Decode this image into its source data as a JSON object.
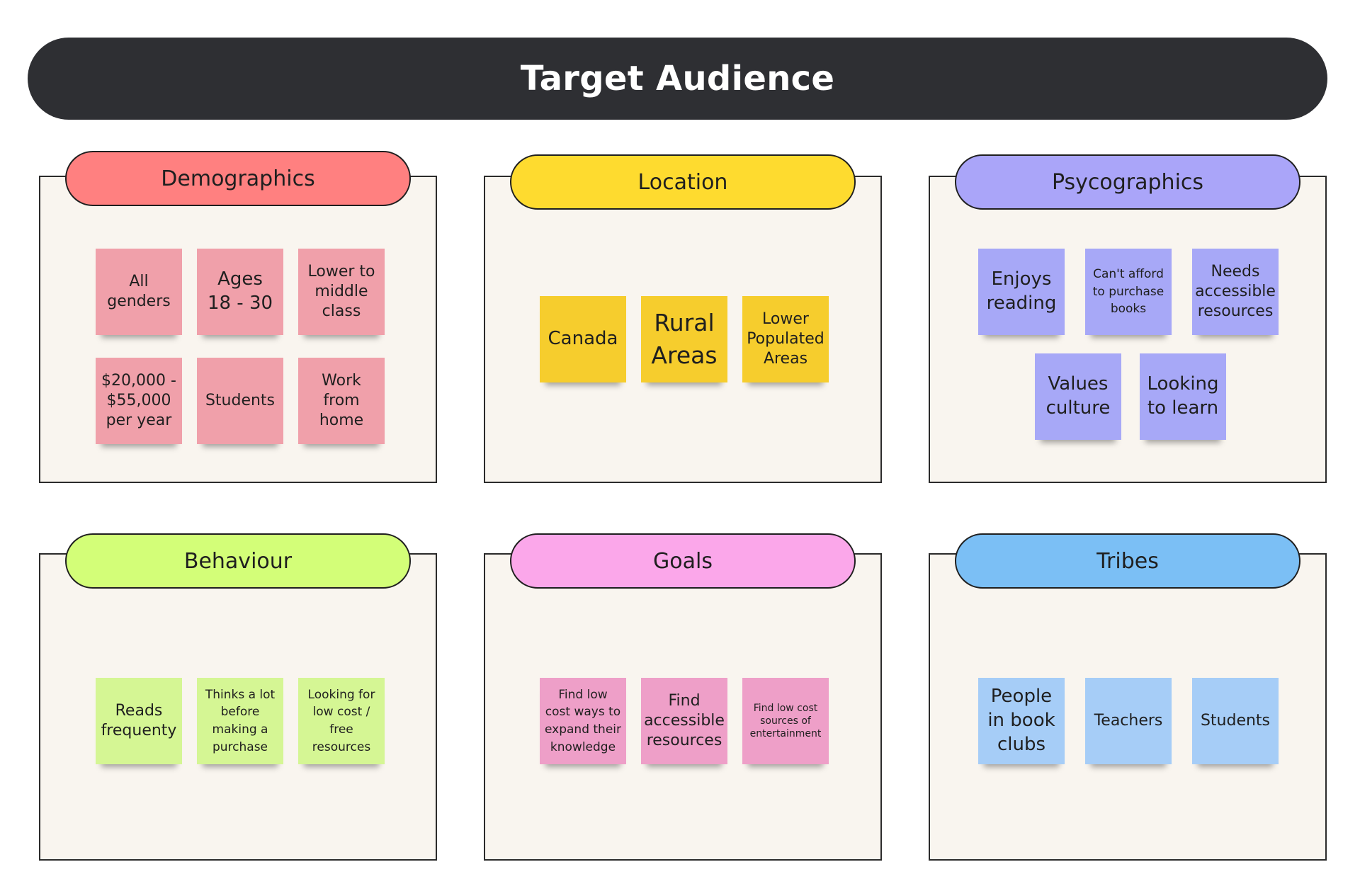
{
  "title": "Target Audience",
  "colors": {
    "banner": "#2e2f33",
    "panel_bg": "#f9f5ef",
    "demographics_header": "#ff8080",
    "demographics_note": "#f0a0aa",
    "location_header": "#fedb2f",
    "location_note": "#f6cd2d",
    "psycographics_header": "#aaa5f9",
    "psycographics_note": "#a7a8f7",
    "behaviour_header": "#d3fe78",
    "behaviour_note": "#d5f694",
    "goals_header": "#fba7ea",
    "goals_note": "#ee9fc8",
    "tribes_header": "#7bbff5",
    "tribes_note": "#a6cdf7"
  },
  "sections": [
    {
      "key": "demographics",
      "label": "Demographics",
      "notes": [
        "All\ngenders",
        "Ages\n18 - 30",
        "Lower to\nmiddle\nclass",
        "$20,000 -\n$55,000\nper year",
        "Students",
        "Work\nfrom\nhome"
      ]
    },
    {
      "key": "location",
      "label": "Location",
      "notes": [
        "Canada",
        "Rural\nAreas",
        "Lower\nPopulated\nAreas"
      ]
    },
    {
      "key": "psycographics",
      "label": "Psycographics",
      "notes": [
        "Enjoys\nreading",
        "Can't afford\nto purchase\nbooks",
        "Needs\naccessible\nresources",
        "Values\nculture",
        "Looking\nto learn"
      ]
    },
    {
      "key": "behaviour",
      "label": "Behaviour",
      "notes": [
        "Reads\nfrequenty",
        "Thinks a lot\nbefore\nmaking a\npurchase",
        "Looking for\nlow cost /\nfree\nresources"
      ]
    },
    {
      "key": "goals",
      "label": "Goals",
      "notes": [
        "Find low\ncost ways to\nexpand their\nknowledge",
        "Find\naccessible\nresources",
        "Find low cost\nsources of\nentertainment"
      ]
    },
    {
      "key": "tribes",
      "label": "Tribes",
      "notes": [
        "People\nin book\nclubs",
        "Teachers",
        "Students"
      ]
    }
  ]
}
